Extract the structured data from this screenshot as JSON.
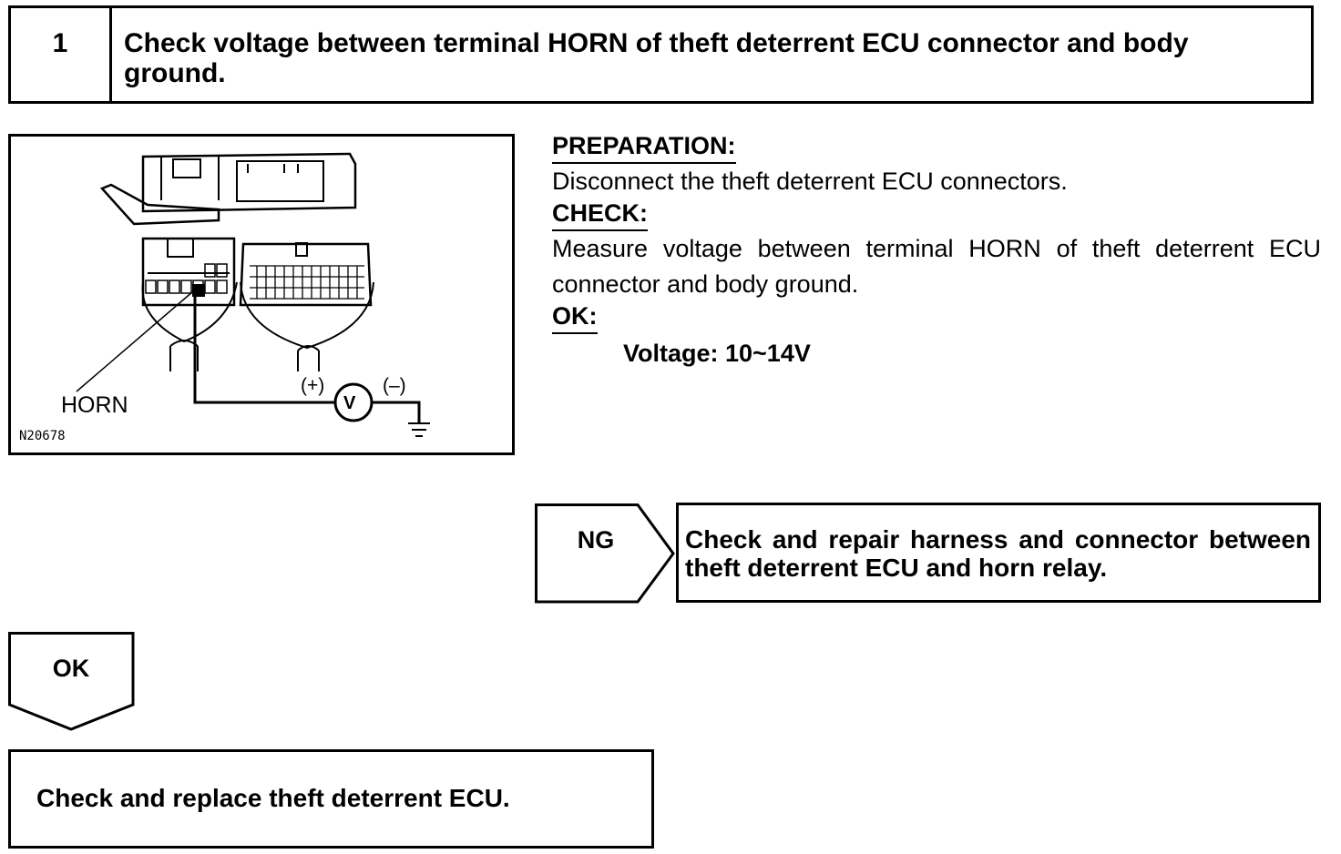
{
  "step": {
    "number": "1",
    "title": "Check voltage between terminal HORN of theft deterrent ECU connector and body ground."
  },
  "figure": {
    "terminal_label": "HORN",
    "polarity_plus": "(+)",
    "polarity_minus": "(–)",
    "meter_symbol": "V",
    "figure_code": "N20678"
  },
  "instructions": {
    "preparation_heading": "PREPARATION:",
    "preparation_text": "Disconnect the theft deterrent ECU connectors.",
    "check_heading": "CHECK:",
    "check_text": "Measure voltage between terminal HORN of theft deterrent ECU connector and body ground.",
    "ok_heading": "OK:",
    "ok_spec": "Voltage: 10~14V"
  },
  "flow": {
    "ng_label": "NG",
    "ng_action": "Check and repair harness and connector between theft deterrent ECU and horn relay.",
    "ok_label": "OK",
    "ok_action": "Check and replace theft deterrent ECU."
  }
}
